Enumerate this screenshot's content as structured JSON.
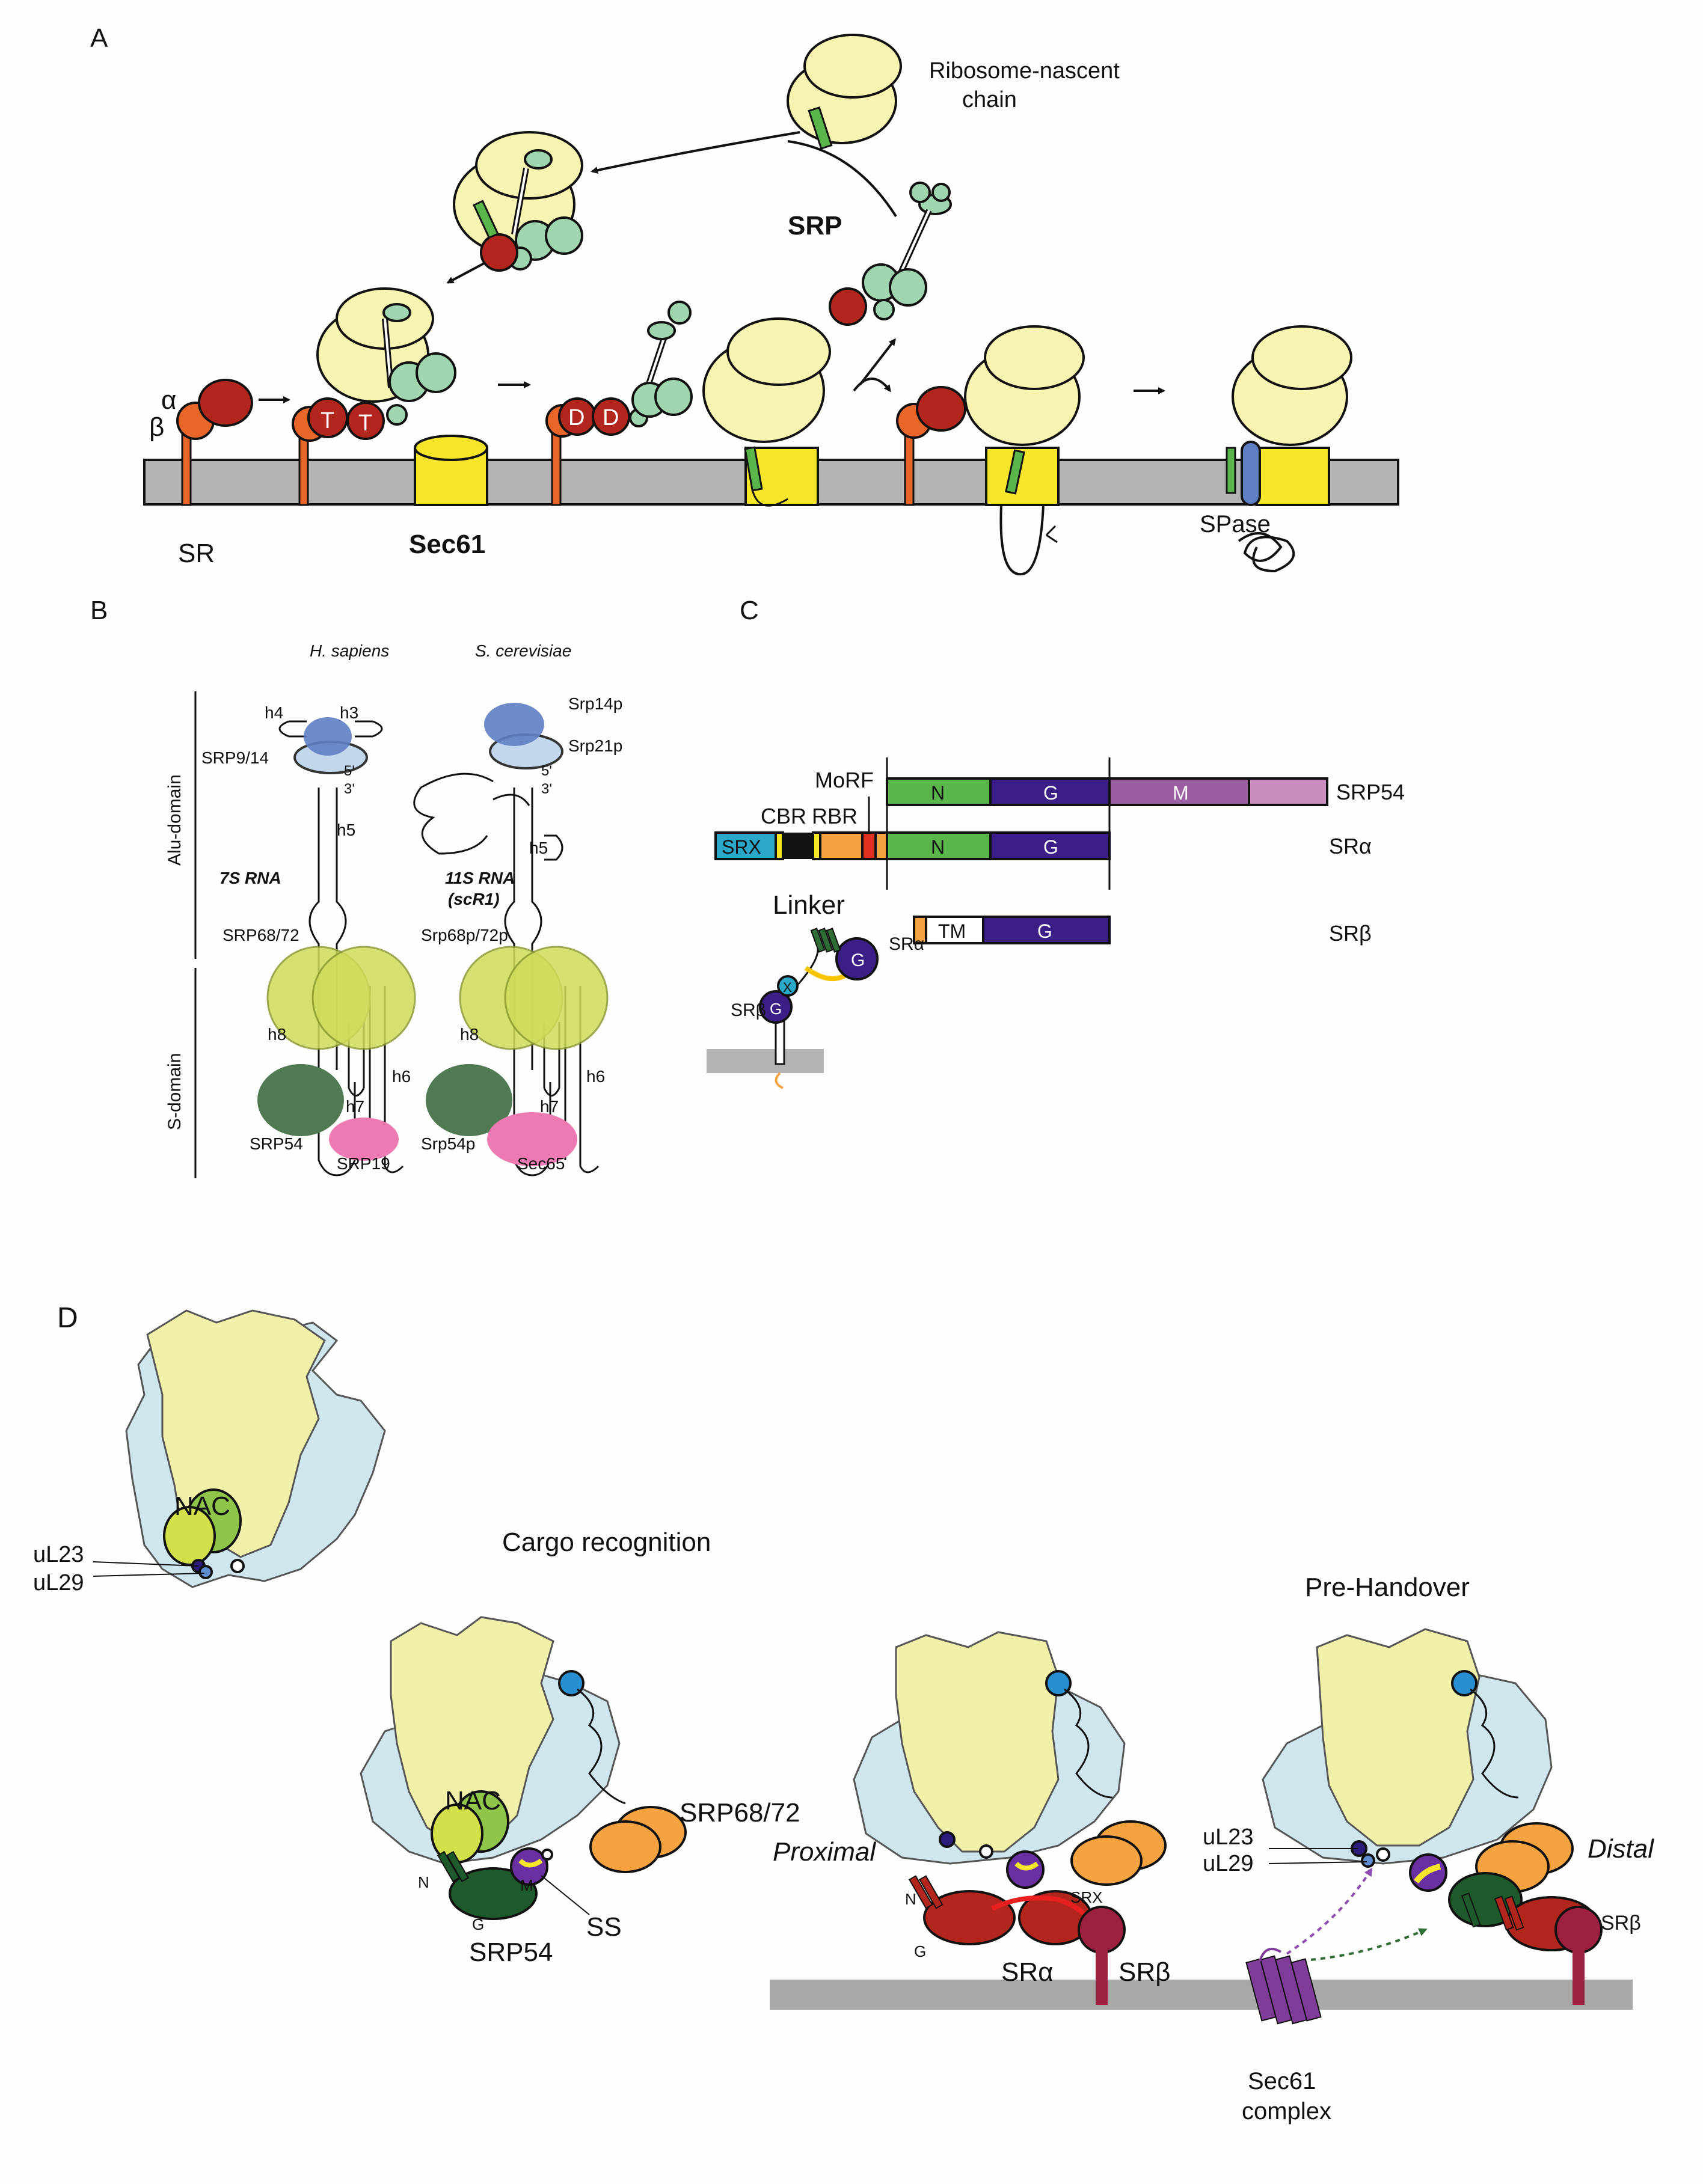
{
  "panels": {
    "a": "A",
    "b": "B",
    "c": "C",
    "d": "D"
  },
  "panel_a": {
    "ribosome_nascent_chain_line1": "Ribosome-nascent",
    "ribosome_nascent_chain_line2": "chain",
    "srp": "SRP",
    "alpha": "α",
    "beta": "β",
    "t1": "T",
    "t2": "T",
    "d1": "D",
    "d2": "D",
    "sr": "SR",
    "sec61": "Sec61",
    "spase": "SPase"
  },
  "panel_b": {
    "species_human": "H. sapiens",
    "species_yeast": "S. cerevisiae",
    "alu_domain": "Alu-domain",
    "s_domain": "S-domain",
    "h4": "h4",
    "h3": "h3",
    "h5": "h5",
    "h6": "h6",
    "h7": "h7",
    "h8": "h8",
    "five_prime": "5'",
    "three_prime": "3'",
    "srp9_14": "SRP9/14",
    "rna_7s": "7S RNA",
    "srp68_72": "SRP68/72",
    "srp54": "SRP54",
    "srp19": "SRP19",
    "srp14p": "Srp14p",
    "srp21p": "Srp21p",
    "rna_11s_line1": "11S RNA",
    "rna_11s_line2": "(scR1)",
    "srp68p_72p": "Srp68p/72p",
    "srp54p": "Srp54p",
    "sec65": "Sec65"
  },
  "panel_c": {
    "morf": "MoRF",
    "cbr": "CBR",
    "rbr": "RBR",
    "linker": "Linker",
    "n": "N",
    "g": "G",
    "m": "M",
    "srx": "SRX",
    "tm": "TM",
    "srp54": "SRP54",
    "sr_alpha": "SRα",
    "sr_beta": "SRβ",
    "x": "X"
  },
  "panel_d": {
    "nac": "NAC",
    "ul23": "uL23",
    "ul29": "uL29",
    "cargo_recognition": "Cargo recognition",
    "pre_handover": "Pre-Handover",
    "srp68_72": "SRP68/72",
    "ss": "SS",
    "srp54": "SRP54",
    "n": "N",
    "g": "G",
    "m": "M",
    "proximal": "Proximal",
    "distal": "Distal",
    "srx": "SRX",
    "sr_alpha": "SRα",
    "sr_beta": "SRβ",
    "sec61_line1": "Sec61",
    "sec61_line2": "complex"
  },
  "colors": {
    "ribosome_yellow": "#f7f3b0",
    "sr_red": "#b3261e",
    "sr_orange": "#e8662a",
    "srp_green": "#9fd6b0",
    "sec61_yellow": "#f7e52a",
    "membrane_gray": "#b4b4b4",
    "n_green": "#5ab64a",
    "g_purple": "#3b1f87",
    "m_mauve": "#9b5ea0",
    "srx_cyan": "#2aa7c9",
    "alu_blue": "#5f7fc4",
    "s68_yellowgreen": "#cfdc5a",
    "srp54_darkgreen": "#4f7a54",
    "srp19_pink": "#ee7ab4",
    "nac_lightgreen": "#d2e04a",
    "light_blue_ribo": "#cfe6ee",
    "srp68_orange": "#f4a340",
    "sec61_purple": "#7f3c98"
  }
}
